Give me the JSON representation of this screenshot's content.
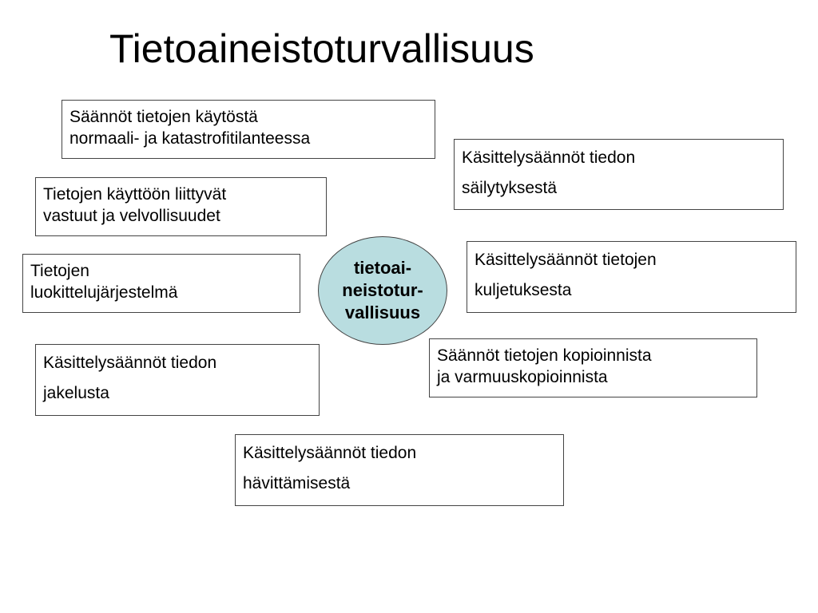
{
  "title": "Tietoaineistoturvallisuus",
  "center": {
    "lines": [
      "tietoai-",
      "neistotur-",
      "vallisuus"
    ]
  },
  "boxes": [
    {
      "lines": [
        "Säännöt tietojen käytöstä",
        "normaali- ja katastrofitilanteessa"
      ]
    },
    {
      "lines": [
        "Käsittelysäännöt tiedon",
        "säilytyksestä"
      ]
    },
    {
      "lines": [
        "Tietojen käyttöön liittyvät",
        "vastuut ja velvollisuudet"
      ]
    },
    {
      "lines": [
        "Käsittelysäännöt tietojen",
        "kuljetuksesta"
      ]
    },
    {
      "lines": [
        "Tietojen",
        "luokittelujärjestelmä"
      ]
    },
    {
      "lines": [
        "Säännöt tietojen kopioinnista",
        "ja varmuuskopioinnista"
      ]
    },
    {
      "lines": [
        "Käsittelysäännöt tiedon",
        "jakelusta"
      ]
    },
    {
      "lines": [
        "Käsittelysäännöt tiedon",
        "hävittämisestä"
      ]
    }
  ]
}
